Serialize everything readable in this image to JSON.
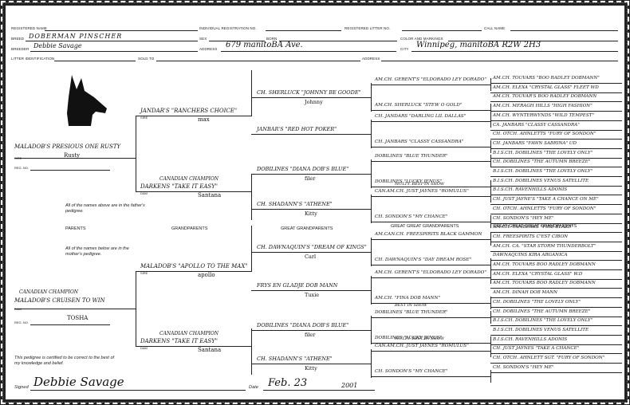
{
  "header": {
    "registered_name_label": "REGISTERED NAME",
    "individual_reg_label": "INDIVIDUAL REGISTRATION NO.",
    "registered_litter_label": "REGISTERED LITTER NO.",
    "call_name_label": "CALL NAME",
    "breed_label": "BREED",
    "breed_value": "DOBERMAN PINSCHER",
    "sex_label": "SEX",
    "born_label": "BORN",
    "color_label": "COLOR AND MARKINGS",
    "breeder_label": "BREEDER",
    "breeder_value": "Debbie Savage",
    "address_label": "ADDRESS",
    "address_value": "679 manitoBA Ave.",
    "city_label": "CITY",
    "city_value": "Winnipeg, manitoBA R2W 2H3",
    "litter_id_label": "LITTER IDENTIFICATION",
    "sold_to_label": "SOLD TO",
    "address2_label": "ADDRESS"
  },
  "columns": {
    "parents": "PARENTS",
    "grandparents": "GRANDPARENTS",
    "great_grandparents": "GREAT GRANDPARENTS",
    "great_great": "GREAT GREAT GRANDPARENTS",
    "great_great_great": "GREAT GREAT GREAT GRANDPARENTS"
  },
  "labels": {
    "sire": "SIRE",
    "dam": "DAM",
    "reg_no": "REG. NO."
  },
  "notes": {
    "father": "All of the names above are in the father's pedigree.",
    "mother": "All of the names below are in the mother's pedigree.",
    "certify": "This pedigree is certified to be correct to the best of my knowledge and belief."
  },
  "signature": {
    "signed_label": "Signed",
    "signed_value": "Debbie Savage",
    "date_label": "Date",
    "date_value": "Feb. 23",
    "year_value": "2001"
  },
  "sire": {
    "name": "MALADOB'S PRESIOUS ONE RUSTY",
    "call": "Rusty"
  },
  "dam": {
    "title": "CANADIAN CHAMPION",
    "name": "MALADOB'S CRUISEN TO WIN",
    "call": "TOSHA"
  },
  "gp": {
    "ss": {
      "name": "JANDAR'S \"RANCHERS CHOICE\"",
      "call": "max"
    },
    "sd": {
      "title": "CANADIAN CHAMPION",
      "name": "DARKENS \"TAKE IT EASY\"",
      "call": "Santana"
    },
    "ds": {
      "name": "MALADOB'S \"APOLLO TO THE MAX\"",
      "call": "apollo"
    },
    "dd": {
      "title": "CANADIAN CHAMPION",
      "name": "DARKENS \"TAKE IT EASY\"",
      "call": "Santana"
    }
  },
  "ggp": [
    {
      "name": "CH. SHERLUCK \"JOHNNY BE GOODE\"",
      "call": "Johnny"
    },
    {
      "name": "JANBAR'S \"RED HOT POKER\"",
      "call": ""
    },
    {
      "name": "DOBILINES \"DIANA DOB'S BLUE\"",
      "call": "filer"
    },
    {
      "name": "CH. SHADANN'S \"ATHENE\"",
      "call": "Kitty"
    },
    {
      "name": "CH. DAWNAQUIN'S \"DREAM OF KINGS\"",
      "call": "Carl"
    },
    {
      "name": "FRYS EN GLADJE DOB MANN",
      "call": "Tuxie"
    },
    {
      "name": "DOBILINES \"DIANA DOB'S BLUE\"",
      "call": "filer"
    },
    {
      "name": "CH. SHADANN'S \"ATHENE\"",
      "call": "Kitty"
    }
  ],
  "gggp": [
    {
      "pre": "",
      "name": "AM.CH. GERENT'S \"ELDORADO LEY DORADO\""
    },
    {
      "pre": "",
      "name": "AM.CH. SHERLUCK \"STEW O GOLD\""
    },
    {
      "pre": "",
      "name": "CH. JANDARS \"DARLING LIL DALLAS\""
    },
    {
      "pre": "",
      "name": "CH. JANBARS \"CLASSY CASSANDRA\""
    },
    {
      "pre": "",
      "name": "DOBILINES \"BLUE THUNDER\""
    },
    {
      "pre": "",
      "name": "DOBILINES \"LUCKY JENUS\""
    },
    {
      "pre": "MULTY. BEST IN SHOW",
      "name": "CAN.AM.CH. JUST JAYNES \"ROMULUS\""
    },
    {
      "pre": "",
      "name": "CH. SONDON'S \"MY CHANCE\""
    },
    {
      "pre": "",
      "name": "AM.CAN.CH. FREESPIRITS BLACK GAMMON"
    },
    {
      "pre": "",
      "name": "CH. DAWNAQUIN'S \"DAY DREAM ROSE\""
    },
    {
      "pre": "",
      "name": "AM.CH. GERENT'S \"ELDORADO LEY DORADO\""
    },
    {
      "pre": "",
      "name": "AM.CH. \"FINA DOB MANN\""
    },
    {
      "pre": "BEST IN SHOW",
      "name": "DOBILINES \"BLUE THUNDER\""
    },
    {
      "pre": "",
      "name": "DOBILINES \"LUCKY JENUS\""
    },
    {
      "pre": "MULTY. BEST IN SHOW",
      "name": "CAN.AM.CH. JUST JAYNES \"ROMULUS\""
    },
    {
      "pre": "",
      "name": "CH. SONDON'S \"MY CHANCE\""
    }
  ],
  "g4": [
    "AM.CH. TOUVARS \"BOO RADLEY DOBMANN\"",
    "AM.CH. ELEXA \"CRYSTAL GLASS\" FLEET WD",
    "AM.CH. TOUVAR'S BOO RADLEY DOBMANN",
    "AM.CH. MERAGH HILLS \"HIGH FASHION\"",
    "AM.CH. WYNTERWYNDS \"WILD TEMPEST\"",
    "CA. JANBARS \"CLASSY CASSANDRA\"",
    "CH. OTCH. AHNLETTS \"FURY OF SONDON\"",
    "CH. JANBARS \"FAWN SABRINA\" UD",
    "B.I.S.CH. DOBILINES \"THE LOVELY ONLY\"",
    "CH. DOBILINES \"THE AUTUMN BREEZE\"",
    "B.I.S.CH. DOBILINES \"THE LOVELY ONLY\"",
    "B.I.S.CH. DOBILINES VENUS SATELLITE",
    "B.I.S.CH. RAVENHILLS ADONIS",
    "CH. JUST JAYNE'S \"TAKE A CHANCE ON ME\"",
    "CH. OTCH. AHNLETTS \"FURY OF SONDON\"",
    "CH. SONDON'S \"HEY ME\"",
    "AM.CH. TAMBERKS \"FIRE BLAZE\"",
    "CH. FREESPIRITS C'EST CIBON",
    "AM.CH. CA. \"STAR STORM THUNDERBOLT\"",
    "DAWNAQUINS KIRA ARGANICA",
    "AM.CH. TOUVARS BOO RADLEY DOBMANN",
    "AM.CH. ELEXA \"CRYSTAL GLASS\" W.D",
    "AM.CH. TOUVARS BOO RADLEY DOBMANN",
    "AM.CH. DINAH DOB MANN",
    "CH. DOBILINES \"THE LOVELY ONLY\"",
    "CH. DOBILINES \"THE AUTUMN BREEZE\"",
    "B.I.S.CH. DOBILINES \"THE LOVELY ONLY\"",
    "B.I.S.CH. DOBILINES VENUS SATELLITE",
    "B.I.S.CH. RAVENHILLS ADONIS",
    "CH. JUST JAYNES \"TAKE A CHANCE\"",
    "CH. OTCH. AHNLETT SGT. \"FURY OF SONDON\"",
    "CH. SONDON'S \"HEY ME\""
  ]
}
